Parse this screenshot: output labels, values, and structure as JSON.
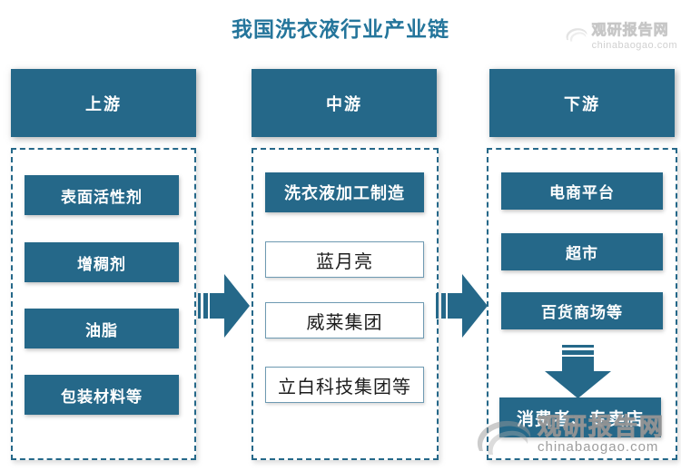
{
  "title": "我国洗衣液行业产业链",
  "colors": {
    "primary_teal": "#256889",
    "title_teal": "#24759B",
    "outline_border": "#6E9AB2",
    "watermark_gray": "#ABABAB"
  },
  "columns": [
    {
      "header": "上游",
      "items": [
        "表面活性剂",
        "增稠剂",
        "油脂",
        "包装材料等"
      ]
    },
    {
      "header": "中游",
      "lead": "洗衣液加工制造",
      "items": [
        "蓝月亮",
        "威莱集团",
        "立白科技集团等"
      ]
    },
    {
      "header": "下游",
      "items": [
        "电商平台",
        "超市",
        "百货商场等"
      ],
      "final": "消费者、专卖店"
    }
  ],
  "watermark": {
    "name": "观研报告网",
    "url": "chinabaogao.com"
  }
}
